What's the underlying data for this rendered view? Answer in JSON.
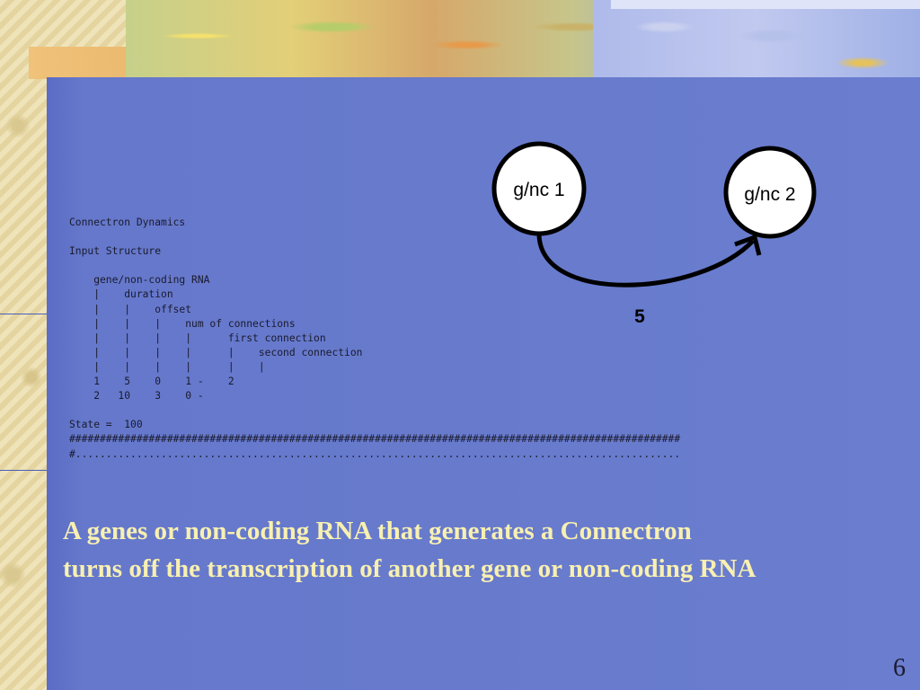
{
  "slide": {
    "code_lines": [
      "Connectron Dynamics",
      "",
      "Input Structure",
      "",
      "    gene/non-coding RNA",
      "    |    duration",
      "    |    |    offset",
      "    |    |    |    num of connections",
      "    |    |    |    |      first connection",
      "    |    |    |    |      |    second connection",
      "    |    |    |    |      |    |",
      "    1    5    0    1 -    2",
      "    2   10    3    0 -",
      "",
      "State =  100",
      "####################################################################################################",
      "#..................................................................................................."
    ],
    "caption_line1": "A genes or non-coding RNA that generates a Connectron",
    "caption_line2": "turns off the transcription of another gene or non-coding RNA",
    "page_number": "6"
  },
  "diagram": {
    "node1_label": "g/nc 1",
    "node2_label": "g/nc 2",
    "edge_label": "5"
  },
  "colors": {
    "panel": "#6a7dce",
    "caption": "#f8f0b0",
    "background": "#e9dcae"
  }
}
